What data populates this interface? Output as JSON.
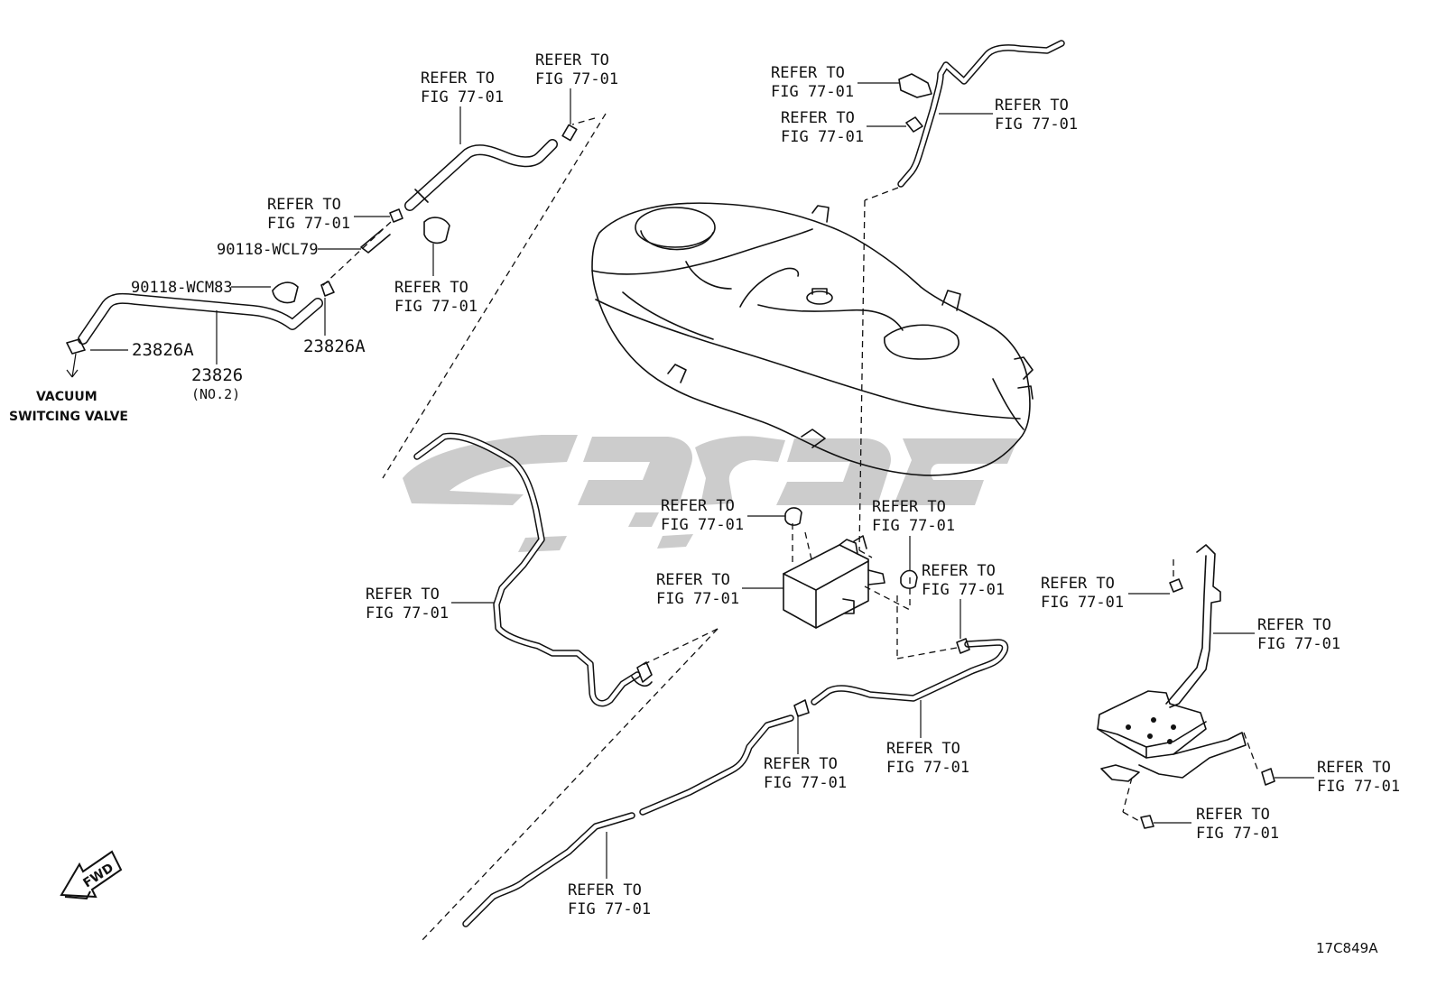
{
  "diagram_code": "17C849A",
  "refer_text": {
    "line1": "REFER TO",
    "line2": "FIG 77-01"
  },
  "part_numbers": {
    "clip_90118_wcl79": "90118-WCL79",
    "clip_90118_wcm83": "90118-WCM83",
    "hose_clamp_left": "23826A",
    "hose_clamp_right": "23826A",
    "hose_23826": "23826",
    "hose_23826_note": "(NO.2)"
  },
  "vacuum_label": {
    "line1": "VACUUM",
    "line2": "SWITCING VALVE"
  },
  "fwd_label": "FWD",
  "callouts": [
    {
      "id": "refer-top-left-hose"
    },
    {
      "id": "refer-top-pipe-end"
    },
    {
      "id": "refer-hose-clip"
    },
    {
      "id": "refer-hose-clamp"
    },
    {
      "id": "refer-tank-bracket"
    },
    {
      "id": "refer-tank-grommet"
    },
    {
      "id": "refer-filler-pipe"
    },
    {
      "id": "refer-long-pipe-left"
    },
    {
      "id": "refer-canister-cap"
    },
    {
      "id": "refer-canister-fitting"
    },
    {
      "id": "refer-canister"
    },
    {
      "id": "refer-canister-hose"
    },
    {
      "id": "refer-bolt-right"
    },
    {
      "id": "refer-protector-bar"
    },
    {
      "id": "refer-vent-clip"
    },
    {
      "id": "refer-vent-pipe"
    },
    {
      "id": "refer-nut-right"
    },
    {
      "id": "refer-nut-bottom"
    },
    {
      "id": "refer-bottom-pipe"
    }
  ]
}
